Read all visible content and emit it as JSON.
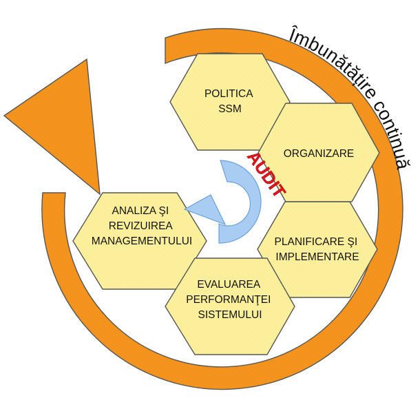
{
  "title": "Îmbunătățire continuă",
  "center_label": "AUDIT",
  "stages": [
    {
      "id": "politica",
      "lines": [
        "POLITICA",
        "SSM"
      ]
    },
    {
      "id": "organizare",
      "lines": [
        "ORGANIZARE"
      ]
    },
    {
      "id": "planificare",
      "lines": [
        "PLANIFICARE ŞI",
        "IMPLEMENTARE"
      ]
    },
    {
      "id": "evaluarea",
      "lines": [
        "EVALUAREA",
        "PERFORMANŢEI",
        "SISTEMULUI"
      ]
    },
    {
      "id": "analiza",
      "lines": [
        "ANALIZA  ŞI",
        "REVIZUIREA",
        "MANAGEMENTULUI"
      ]
    }
  ],
  "colors": {
    "outer_arrow": "#f6961e",
    "hexagon_fill": "#fff2a0",
    "audit_arrow": "#a9cdf2",
    "audit_text": "#e0141e"
  }
}
